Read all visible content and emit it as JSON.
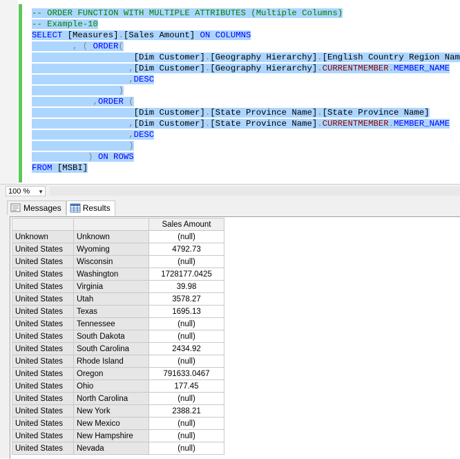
{
  "editor": {
    "lines": [
      [
        {
          "t": "-- ORDER FUNCTION WITH MULTIPLE ATTRIBUTES (Multiple Columns)",
          "c": "comment"
        }
      ],
      [
        {
          "t": "-- Example-10",
          "c": "comment"
        }
      ],
      [
        {
          "t": "SELECT ",
          "c": "kw"
        },
        {
          "t": "[Measures]",
          "c": "id"
        },
        {
          "t": ".",
          "c": "pn"
        },
        {
          "t": "[Sales Amount] ",
          "c": "id"
        },
        {
          "t": "ON COLUMNS",
          "c": "kw"
        }
      ],
      [
        {
          "t": "        , ( ",
          "c": "pn"
        },
        {
          "t": "ORDER",
          "c": "kw"
        },
        {
          "t": "(",
          "c": "pn"
        }
      ],
      [
        {
          "t": "                    ",
          "c": "pn"
        },
        {
          "t": "[Dim Customer]",
          "c": "id"
        },
        {
          "t": ".",
          "c": "pn"
        },
        {
          "t": "[Geography Hierarchy]",
          "c": "id"
        },
        {
          "t": ".",
          "c": "pn"
        },
        {
          "t": "[English Country Region Name]",
          "c": "id"
        }
      ],
      [
        {
          "t": "                   ,",
          "c": "pn"
        },
        {
          "t": "[Dim Customer]",
          "c": "id"
        },
        {
          "t": ".",
          "c": "pn"
        },
        {
          "t": "[Geography Hierarchy]",
          "c": "id"
        },
        {
          "t": ".",
          "c": "pn"
        },
        {
          "t": "CURRENTMEMBER",
          "c": "red"
        },
        {
          "t": ".",
          "c": "pn"
        },
        {
          "t": "MEMBER_NAME",
          "c": "nm"
        }
      ],
      [
        {
          "t": "                   ,",
          "c": "pn"
        },
        {
          "t": "DESC",
          "c": "kw"
        }
      ],
      [
        {
          "t": "                 )",
          "c": "pn"
        }
      ],
      [
        {
          "t": "            ,",
          "c": "pn"
        },
        {
          "t": "ORDER",
          "c": "kw"
        },
        {
          "t": " (",
          "c": "pn"
        }
      ],
      [
        {
          "t": "                    ",
          "c": "pn"
        },
        {
          "t": "[Dim Customer]",
          "c": "id"
        },
        {
          "t": ".",
          "c": "pn"
        },
        {
          "t": "[State Province Name]",
          "c": "id"
        },
        {
          "t": ".",
          "c": "pn"
        },
        {
          "t": "[State Province Name]",
          "c": "id"
        }
      ],
      [
        {
          "t": "                   ,",
          "c": "pn"
        },
        {
          "t": "[Dim Customer]",
          "c": "id"
        },
        {
          "t": ".",
          "c": "pn"
        },
        {
          "t": "[State Province Name]",
          "c": "id"
        },
        {
          "t": ".",
          "c": "pn"
        },
        {
          "t": "CURRENTMEMBER",
          "c": "red"
        },
        {
          "t": ".",
          "c": "pn"
        },
        {
          "t": "MEMBER_NAME",
          "c": "nm"
        }
      ],
      [
        {
          "t": "                   ,",
          "c": "pn"
        },
        {
          "t": "DESC",
          "c": "kw"
        }
      ],
      [
        {
          "t": "                   )",
          "c": "pn"
        }
      ],
      [
        {
          "t": "           ) ",
          "c": "pn"
        },
        {
          "t": "ON ROWS",
          "c": "kw"
        }
      ],
      [
        {
          "t": "FROM ",
          "c": "kw"
        },
        {
          "t": "[MSBI]",
          "c": "id"
        }
      ]
    ]
  },
  "zoom": {
    "value": "100 %"
  },
  "tabs": [
    {
      "label": "Messages",
      "icon": "messages-icon",
      "active": false
    },
    {
      "label": "Results",
      "icon": "results-grid-icon",
      "active": true
    }
  ],
  "grid": {
    "columns": [
      "",
      "",
      "Sales Amount"
    ],
    "rows": [
      [
        "Unknown",
        "Unknown",
        "(null)"
      ],
      [
        "United States",
        "Wyoming",
        "4792.73"
      ],
      [
        "United States",
        "Wisconsin",
        "(null)"
      ],
      [
        "United States",
        "Washington",
        "1728177.0425"
      ],
      [
        "United States",
        "Virginia",
        "39.98"
      ],
      [
        "United States",
        "Utah",
        "3578.27"
      ],
      [
        "United States",
        "Texas",
        "1695.13"
      ],
      [
        "United States",
        "Tennessee",
        "(null)"
      ],
      [
        "United States",
        "South Dakota",
        "(null)"
      ],
      [
        "United States",
        "South Carolina",
        "2434.92"
      ],
      [
        "United States",
        "Rhode Island",
        "(null)"
      ],
      [
        "United States",
        "Oregon",
        "791633.0467"
      ],
      [
        "United States",
        "Ohio",
        "177.45"
      ],
      [
        "United States",
        "North Carolina",
        "(null)"
      ],
      [
        "United States",
        "New York",
        "2388.21"
      ],
      [
        "United States",
        "New Mexico",
        "(null)"
      ],
      [
        "United States",
        "New Hampshire",
        "(null)"
      ],
      [
        "United States",
        "Nevada",
        "(null)"
      ]
    ]
  },
  "colors": {
    "selection": "#add6ff",
    "comment": "#008000",
    "keyword": "#0000ff",
    "function": "#8b0000",
    "change_bar": "#5ac85a"
  }
}
